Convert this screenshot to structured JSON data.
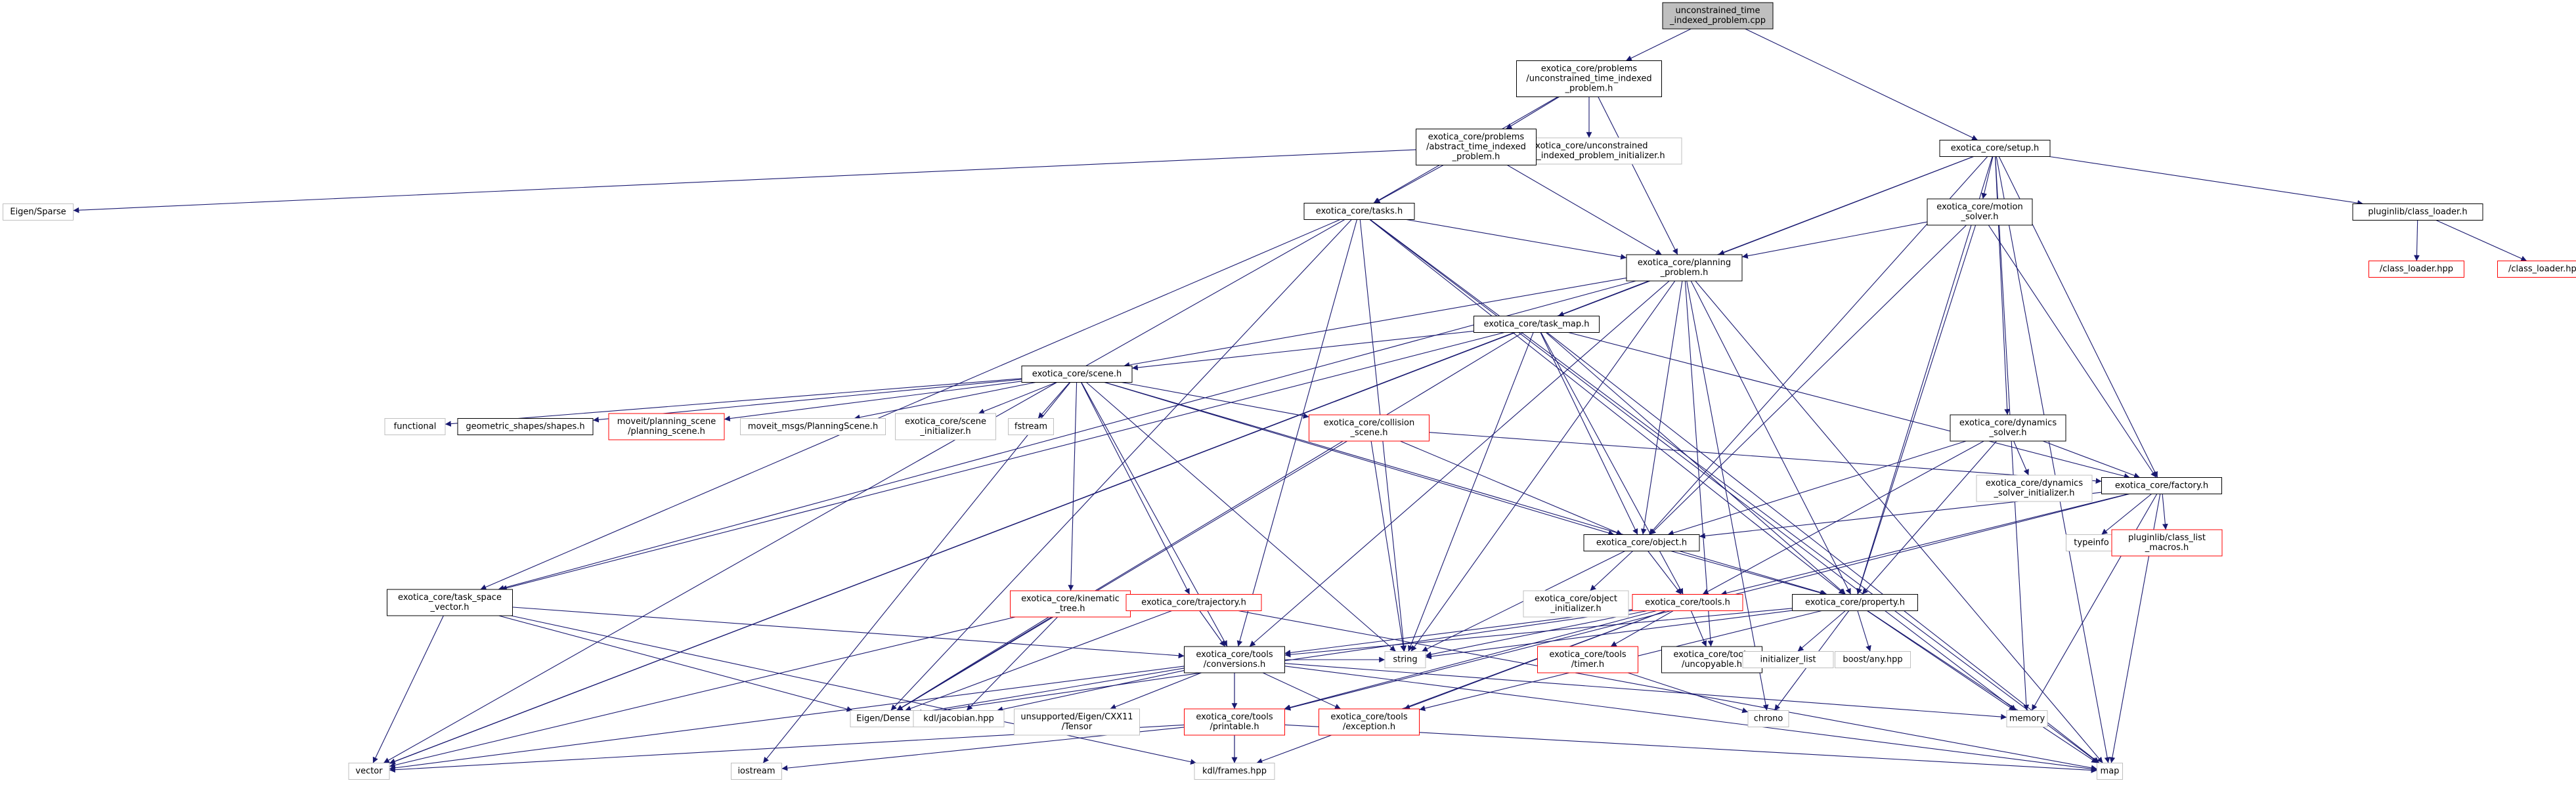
{
  "diagram": {
    "colors": {
      "edge": "#191970",
      "node_border_black": "#000000",
      "node_border_red": "#ff0000",
      "node_border_gray": "#bfbfbf",
      "root_fill": "#bfbfbf",
      "text": "#000000"
    },
    "nodes": [
      {
        "id": "root",
        "lines": [
          "unconstrained_time",
          "_indexed_problem.cpp"
        ],
        "style": "root"
      },
      {
        "id": "utip_h",
        "lines": [
          "exotica_core/problems",
          "/unconstrained_time_indexed",
          "_problem.h"
        ],
        "style": "black"
      },
      {
        "id": "utip_init",
        "lines": [
          "exotica_core/unconstrained",
          "_time_indexed_problem_initializer.h"
        ],
        "style": "gray"
      },
      {
        "id": "atip_h",
        "lines": [
          "exotica_core/problems",
          "/abstract_time_indexed",
          "_problem.h"
        ],
        "style": "black"
      },
      {
        "id": "eigen_sparse",
        "lines": [
          "Eigen/Sparse"
        ],
        "style": "gray"
      },
      {
        "id": "tasks_h",
        "lines": [
          "exotica_core/tasks.h"
        ],
        "style": "black"
      },
      {
        "id": "setup_h",
        "lines": [
          "exotica_core/setup.h"
        ],
        "style": "black"
      },
      {
        "id": "motion_solver_h",
        "lines": [
          "exotica_core/motion",
          "_solver.h"
        ],
        "style": "black"
      },
      {
        "id": "class_loader_h",
        "lines": [
          "pluginlib/class_loader.h"
        ],
        "style": "black"
      },
      {
        "id": "class_loader_hpp_1",
        "lines": [
          "/class_loader.hpp"
        ],
        "style": "red"
      },
      {
        "id": "class_loader_hpp_2",
        "lines": [
          "/class_loader.hpp"
        ],
        "style": "red"
      },
      {
        "id": "planning_problem_h",
        "lines": [
          "exotica_core/planning",
          "_problem.h"
        ],
        "style": "black"
      },
      {
        "id": "task_map_h",
        "lines": [
          "exotica_core/task_map.h"
        ],
        "style": "black"
      },
      {
        "id": "scene_h",
        "lines": [
          "exotica_core/scene.h"
        ],
        "style": "black"
      },
      {
        "id": "functional",
        "lines": [
          "functional"
        ],
        "style": "gray"
      },
      {
        "id": "shapes_h",
        "lines": [
          "geometric_shapes/shapes.h"
        ],
        "style": "black"
      },
      {
        "id": "moveit_ps_h",
        "lines": [
          "moveit/planning_scene",
          "/planning_scene.h"
        ],
        "style": "red"
      },
      {
        "id": "moveit_msgs_ps",
        "lines": [
          "moveit_msgs/PlanningScene.h"
        ],
        "style": "gray"
      },
      {
        "id": "scene_init",
        "lines": [
          "exotica_core/scene",
          "_initializer.h"
        ],
        "style": "gray"
      },
      {
        "id": "fstream",
        "lines": [
          "fstream"
        ],
        "style": "gray"
      },
      {
        "id": "collision_scene_h",
        "lines": [
          "exotica_core/collision",
          "_scene.h"
        ],
        "style": "red"
      },
      {
        "id": "dynamics_solver_h",
        "lines": [
          "exotica_core/dynamics",
          "_solver.h"
        ],
        "style": "black"
      },
      {
        "id": "dynamics_solver_init",
        "lines": [
          "exotica_core/dynamics",
          "_solver_initializer.h"
        ],
        "style": "gray"
      },
      {
        "id": "factory_h",
        "lines": [
          "exotica_core/factory.h"
        ],
        "style": "black"
      },
      {
        "id": "typeinfo",
        "lines": [
          "typeinfo"
        ],
        "style": "gray"
      },
      {
        "id": "class_list_macros",
        "lines": [
          "pluginlib/class_list",
          "_macros.h"
        ],
        "style": "red"
      },
      {
        "id": "object_h",
        "lines": [
          "exotica_core/object.h"
        ],
        "style": "black"
      },
      {
        "id": "object_init",
        "lines": [
          "exotica_core/object",
          "_initializer.h"
        ],
        "style": "gray"
      },
      {
        "id": "tools_h",
        "lines": [
          "exotica_core/tools.h"
        ],
        "style": "red"
      },
      {
        "id": "property_h",
        "lines": [
          "exotica_core/property.h"
        ],
        "style": "black"
      },
      {
        "id": "kinematic_tree_h",
        "lines": [
          "exotica_core/kinematic",
          "_tree.h"
        ],
        "style": "red"
      },
      {
        "id": "trajectory_h",
        "lines": [
          "exotica_core/trajectory.h"
        ],
        "style": "red"
      },
      {
        "id": "task_space_vector_h",
        "lines": [
          "exotica_core/task_space",
          "_vector.h"
        ],
        "style": "black"
      },
      {
        "id": "timer_h",
        "lines": [
          "exotica_core/tools",
          "/timer.h"
        ],
        "style": "red"
      },
      {
        "id": "uncopyable_h",
        "lines": [
          "exotica_core/tools",
          "/uncopyable.h"
        ],
        "style": "black"
      },
      {
        "id": "initializer_list",
        "lines": [
          "initializer_list"
        ],
        "style": "gray"
      },
      {
        "id": "boost_any",
        "lines": [
          "boost/any.hpp"
        ],
        "style": "gray"
      },
      {
        "id": "string",
        "lines": [
          "string"
        ],
        "style": "gray"
      },
      {
        "id": "conversions_h",
        "lines": [
          "exotica_core/tools",
          "/conversions.h"
        ],
        "style": "black"
      },
      {
        "id": "eigen_dense",
        "lines": [
          "Eigen/Dense"
        ],
        "style": "gray"
      },
      {
        "id": "kdl_jacobian",
        "lines": [
          "kdl/jacobian.hpp"
        ],
        "style": "gray"
      },
      {
        "id": "tensor",
        "lines": [
          "unsupported/Eigen/CXX11",
          "/Tensor"
        ],
        "style": "gray"
      },
      {
        "id": "printable_h",
        "lines": [
          "exotica_core/tools",
          "/printable.h"
        ],
        "style": "red"
      },
      {
        "id": "exception_h",
        "lines": [
          "exotica_core/tools",
          "/exception.h"
        ],
        "style": "red"
      },
      {
        "id": "vector",
        "lines": [
          "vector"
        ],
        "style": "gray"
      },
      {
        "id": "iostream",
        "lines": [
          "iostream"
        ],
        "style": "gray"
      },
      {
        "id": "kdl_frames",
        "lines": [
          "kdl/frames.hpp"
        ],
        "style": "gray"
      },
      {
        "id": "chrono",
        "lines": [
          "chrono"
        ],
        "style": "gray"
      },
      {
        "id": "memory",
        "lines": [
          "memory"
        ],
        "style": "gray"
      },
      {
        "id": "map",
        "lines": [
          "map"
        ],
        "style": "gray"
      }
    ],
    "edges": [
      [
        "root",
        "utip_h"
      ],
      [
        "root",
        "setup_h"
      ],
      [
        "utip_h",
        "atip_h"
      ],
      [
        "utip_h",
        "utip_init"
      ],
      [
        "utip_h",
        "tasks_h"
      ],
      [
        "utip_h",
        "planning_problem_h"
      ],
      [
        "atip_h",
        "eigen_sparse"
      ],
      [
        "atip_h",
        "tasks_h"
      ],
      [
        "atip_h",
        "planning_problem_h"
      ],
      [
        "setup_h",
        "class_loader_h"
      ],
      [
        "setup_h",
        "motion_solver_h"
      ],
      [
        "setup_h",
        "dynamics_solver_h"
      ],
      [
        "setup_h",
        "factory_h"
      ],
      [
        "setup_h",
        "planning_problem_h"
      ],
      [
        "setup_h",
        "object_h"
      ],
      [
        "setup_h",
        "property_h"
      ],
      [
        "setup_h",
        "vector"
      ],
      [
        "setup_h",
        "memory"
      ],
      [
        "setup_h",
        "map"
      ],
      [
        "class_loader_h",
        "class_loader_hpp_1"
      ],
      [
        "class_loader_h",
        "class_loader_hpp_2"
      ],
      [
        "motion_solver_h",
        "planning_problem_h"
      ],
      [
        "motion_solver_h",
        "object_h"
      ],
      [
        "motion_solver_h",
        "property_h"
      ],
      [
        "motion_solver_h",
        "factory_h"
      ],
      [
        "tasks_h",
        "planning_problem_h"
      ],
      [
        "tasks_h",
        "task_space_vector_h"
      ],
      [
        "tasks_h",
        "vector"
      ],
      [
        "tasks_h",
        "eigen_dense"
      ],
      [
        "tasks_h",
        "string"
      ],
      [
        "tasks_h",
        "property_h"
      ],
      [
        "tasks_h",
        "map"
      ],
      [
        "tasks_h",
        "memory"
      ],
      [
        "tasks_h",
        "conversions_h"
      ],
      [
        "planning_problem_h",
        "task_map_h"
      ],
      [
        "planning_problem_h",
        "scene_h"
      ],
      [
        "planning_problem_h",
        "object_h"
      ],
      [
        "planning_problem_h",
        "task_space_vector_h"
      ],
      [
        "planning_problem_h",
        "uncopyable_h"
      ],
      [
        "planning_problem_h",
        "vector"
      ],
      [
        "planning_problem_h",
        "string"
      ],
      [
        "planning_problem_h",
        "conversions_h"
      ],
      [
        "planning_problem_h",
        "chrono"
      ],
      [
        "planning_problem_h",
        "map"
      ],
      [
        "planning_problem_h",
        "property_h"
      ],
      [
        "task_map_h",
        "scene_h"
      ],
      [
        "task_map_h",
        "object_h"
      ],
      [
        "task_map_h",
        "property_h"
      ],
      [
        "task_map_h",
        "factory_h"
      ],
      [
        "task_map_h",
        "task_space_vector_h"
      ],
      [
        "task_map_h",
        "eigen_dense"
      ],
      [
        "task_map_h",
        "string"
      ],
      [
        "task_map_h",
        "vector"
      ],
      [
        "task_map_h",
        "map"
      ],
      [
        "task_map_h",
        "tools_h"
      ],
      [
        "scene_h",
        "functional"
      ],
      [
        "scene_h",
        "shapes_h"
      ],
      [
        "scene_h",
        "moveit_ps_h"
      ],
      [
        "scene_h",
        "moveit_msgs_ps"
      ],
      [
        "scene_h",
        "scene_init"
      ],
      [
        "scene_h",
        "fstream"
      ],
      [
        "scene_h",
        "collision_scene_h"
      ],
      [
        "scene_h",
        "object_h"
      ],
      [
        "scene_h",
        "kinematic_tree_h"
      ],
      [
        "scene_h",
        "trajectory_h"
      ],
      [
        "scene_h",
        "conversions_h"
      ],
      [
        "scene_h",
        "property_h"
      ],
      [
        "scene_h",
        "string"
      ],
      [
        "scene_h",
        "iostream"
      ],
      [
        "collision_scene_h",
        "object_h"
      ],
      [
        "collision_scene_h",
        "factory_h"
      ],
      [
        "collision_scene_h",
        "eigen_dense"
      ],
      [
        "collision_scene_h",
        "string"
      ],
      [
        "dynamics_solver_h",
        "dynamics_solver_init"
      ],
      [
        "dynamics_solver_h",
        "factory_h"
      ],
      [
        "dynamics_solver_h",
        "object_h"
      ],
      [
        "dynamics_solver_h",
        "property_h"
      ],
      [
        "dynamics_solver_h",
        "tools_h"
      ],
      [
        "factory_h",
        "typeinfo"
      ],
      [
        "factory_h",
        "class_list_macros"
      ],
      [
        "factory_h",
        "object_h"
      ],
      [
        "factory_h",
        "tools_h"
      ],
      [
        "factory_h",
        "memory"
      ],
      [
        "factory_h",
        "map"
      ],
      [
        "factory_h",
        "printable_h"
      ],
      [
        "object_h",
        "object_init"
      ],
      [
        "object_h",
        "tools_h"
      ],
      [
        "object_h",
        "property_h"
      ],
      [
        "object_h",
        "string"
      ],
      [
        "tools_h",
        "timer_h"
      ],
      [
        "tools_h",
        "uncopyable_h"
      ],
      [
        "tools_h",
        "conversions_h"
      ],
      [
        "tools_h",
        "exception_h"
      ],
      [
        "tools_h",
        "printable_h"
      ],
      [
        "tools_h",
        "string"
      ],
      [
        "tools_h",
        "eigen_dense"
      ],
      [
        "tools_h",
        "kdl_frames"
      ],
      [
        "property_h",
        "initializer_list"
      ],
      [
        "property_h",
        "boost_any"
      ],
      [
        "property_h",
        "memory"
      ],
      [
        "property_h",
        "map"
      ],
      [
        "property_h",
        "string"
      ],
      [
        "property_h",
        "conversions_h"
      ],
      [
        "property_h",
        "exception_h"
      ],
      [
        "property_h",
        "chrono"
      ],
      [
        "kinematic_tree_h",
        "kdl_jacobian"
      ],
      [
        "kinematic_tree_h",
        "eigen_dense"
      ],
      [
        "kinematic_tree_h",
        "vector"
      ],
      [
        "trajectory_h",
        "conversions_h"
      ],
      [
        "trajectory_h",
        "eigen_dense"
      ],
      [
        "trajectory_h",
        "map"
      ],
      [
        "task_space_vector_h",
        "conversions_h"
      ],
      [
        "task_space_vector_h",
        "eigen_dense"
      ],
      [
        "task_space_vector_h",
        "vector"
      ],
      [
        "task_space_vector_h",
        "kdl_frames"
      ],
      [
        "timer_h",
        "chrono"
      ],
      [
        "conversions_h",
        "eigen_dense"
      ],
      [
        "conversions_h",
        "kdl_jacobian"
      ],
      [
        "conversions_h",
        "tensor"
      ],
      [
        "conversions_h",
        "kdl_frames"
      ],
      [
        "conversions_h",
        "printable_h"
      ],
      [
        "conversions_h",
        "exception_h"
      ],
      [
        "conversions_h",
        "vector"
      ],
      [
        "conversions_h",
        "memory"
      ],
      [
        "conversions_h",
        "map"
      ],
      [
        "conversions_h",
        "string"
      ],
      [
        "printable_h",
        "vector"
      ],
      [
        "printable_h",
        "iostream"
      ],
      [
        "printable_h",
        "kdl_frames"
      ],
      [
        "printable_h",
        "map"
      ]
    ]
  }
}
